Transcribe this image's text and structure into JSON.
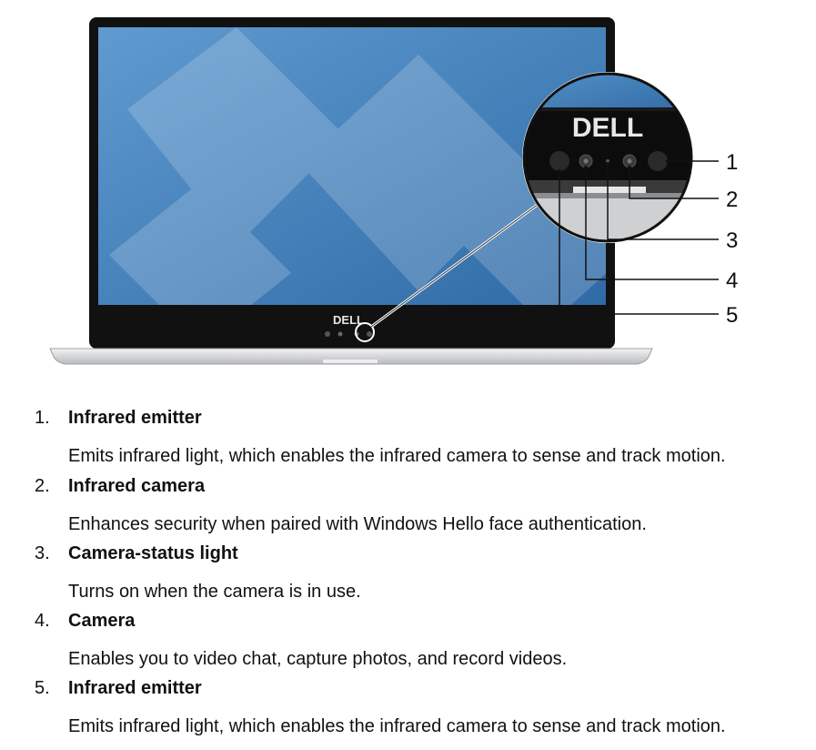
{
  "figure": {
    "brand_bezel": "DELL",
    "brand_zoom": "DELL",
    "callouts": [
      "1",
      "2",
      "3",
      "4",
      "5"
    ],
    "colors": {
      "screen_dark": "#2f6aa6",
      "screen_light": "#5f9bd0",
      "bezel": "#111111",
      "chassis": "#d7d8da",
      "line": "#111111"
    }
  },
  "items": [
    {
      "num": "1.",
      "term": "Infrared emitter",
      "desc": "Emits infrared light, which enables the infrared camera to sense and track motion."
    },
    {
      "num": "2.",
      "term": "Infrared camera",
      "desc": "Enhances security when paired with Windows Hello face authentication."
    },
    {
      "num": "3.",
      "term": "Camera-status light",
      "desc": "Turns on when the camera is in use."
    },
    {
      "num": "4.",
      "term": "Camera",
      "desc": "Enables you to video chat, capture photos, and record videos."
    },
    {
      "num": "5.",
      "term": "Infrared emitter",
      "desc": "Emits infrared light, which enables the infrared camera to sense and track motion."
    }
  ]
}
